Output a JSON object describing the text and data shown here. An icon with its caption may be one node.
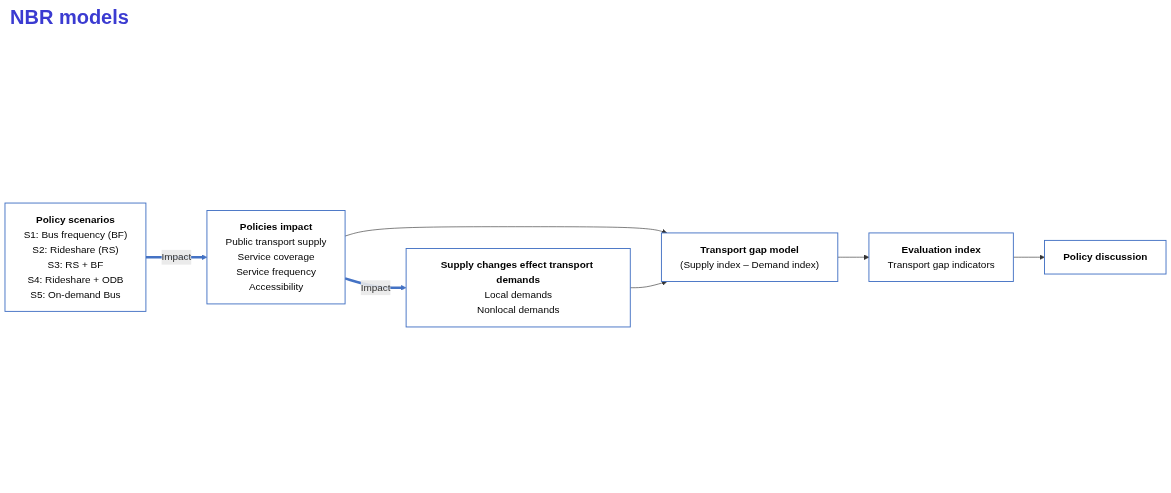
{
  "diagram": {
    "nodes": [
      {
        "text": [
          "Policy scenarios",
          "S1: Bus frequency (BF)",
          "S2: Rideshare (RS)",
          "S3: RS + BF",
          "S4: Rideshare + ODB",
          "S5: On-demand Bus"
        ]
      },
      {
        "text": [
          "Policies impact",
          "Public transport supply",
          "Service coverage",
          "Service frequency",
          "Accessibility"
        ]
      },
      {
        "text": [
          "Supply changes effect transport demands",
          "Local demands",
          "Nonlocal demands"
        ]
      },
      {
        "text": [
          "Transport gap model",
          "(Supply index – Demand index)"
        ]
      },
      {
        "text": [
          "Evaluation index",
          "Transport gap indicators"
        ]
      },
      {
        "text": [
          "Policy discussion"
        ]
      }
    ],
    "edges": [
      {
        "from": 0,
        "to": 1,
        "arrow": "to",
        "label": "Impact",
        "style": "thick",
        "color": "#4472c4"
      },
      {
        "from": 1,
        "to": 2,
        "arrow": "to",
        "label": "Impact",
        "style": "thick",
        "color": "#4472c4"
      },
      {
        "from": 1,
        "to": 3,
        "arrow": "to"
      },
      {
        "from": 2,
        "to": 3,
        "arrow": "to"
      },
      {
        "from": 3,
        "to": 4,
        "arrow": "to"
      },
      {
        "from": 4,
        "to": 5,
        "arrow": "to"
      }
    ],
    "labels": [
      "NBR models"
    ]
  }
}
